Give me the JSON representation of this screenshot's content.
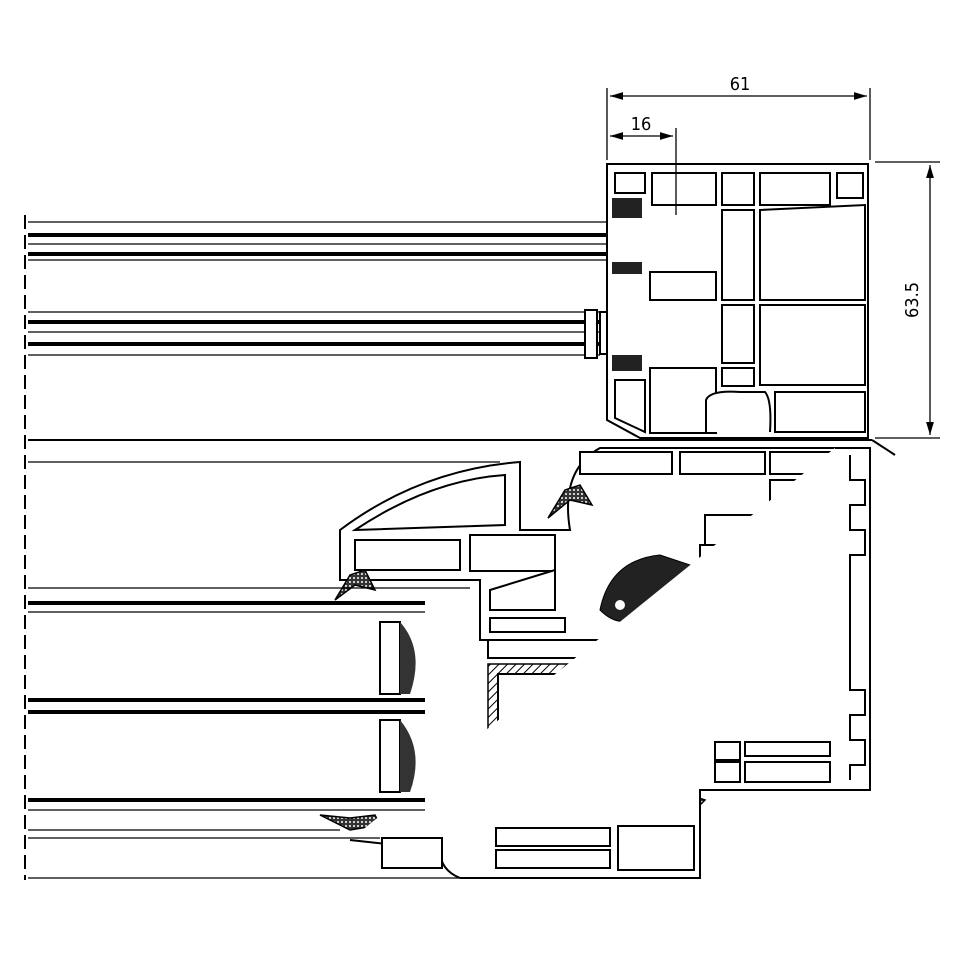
{
  "drawing": {
    "dimensions": {
      "frame_width": "61",
      "glass_rebate": "16",
      "frame_height": "63.5"
    },
    "colors": {
      "line": "#000000",
      "background": "#ffffff"
    }
  }
}
